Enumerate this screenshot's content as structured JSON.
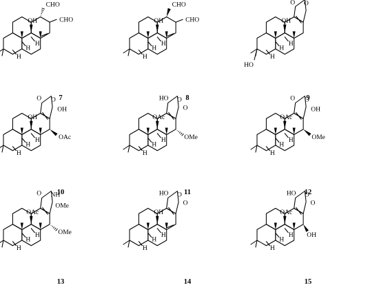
{
  "compounds": [
    {
      "number": "7",
      "labels": [
        "OH",
        "CHO",
        "CHO",
        "H",
        "H",
        "H"
      ]
    },
    {
      "number": "8",
      "labels": [
        "OH",
        "CHO",
        "CHO",
        "H",
        "H",
        "H"
      ]
    },
    {
      "number": "9",
      "labels": [
        "OH",
        "O",
        "O",
        "H",
        "H",
        "H",
        "HO"
      ]
    },
    {
      "number": "10",
      "labels": [
        "OH",
        "O",
        "O",
        "OH",
        "OAc",
        "H",
        "H",
        "H"
      ]
    },
    {
      "number": "11",
      "labels": [
        "HO",
        "OAc",
        "O",
        "O",
        "OMe",
        "H",
        "H",
        "H"
      ]
    },
    {
      "number": "12",
      "labels": [
        "OAc",
        "O",
        "O",
        "OH",
        "OMe",
        "H",
        "H",
        "H"
      ]
    },
    {
      "number": "13",
      "labels": [
        "O",
        "NH",
        "OAc",
        "OMe",
        "OMe",
        "H",
        "H",
        "H"
      ]
    },
    {
      "number": "14",
      "labels": [
        "HO",
        "OH",
        "O",
        "O",
        "H",
        "H",
        "H"
      ]
    },
    {
      "number": "15",
      "labels": [
        "HO",
        "OAc",
        "O",
        "O",
        "OH",
        "H",
        "H",
        "H"
      ]
    }
  ]
}
